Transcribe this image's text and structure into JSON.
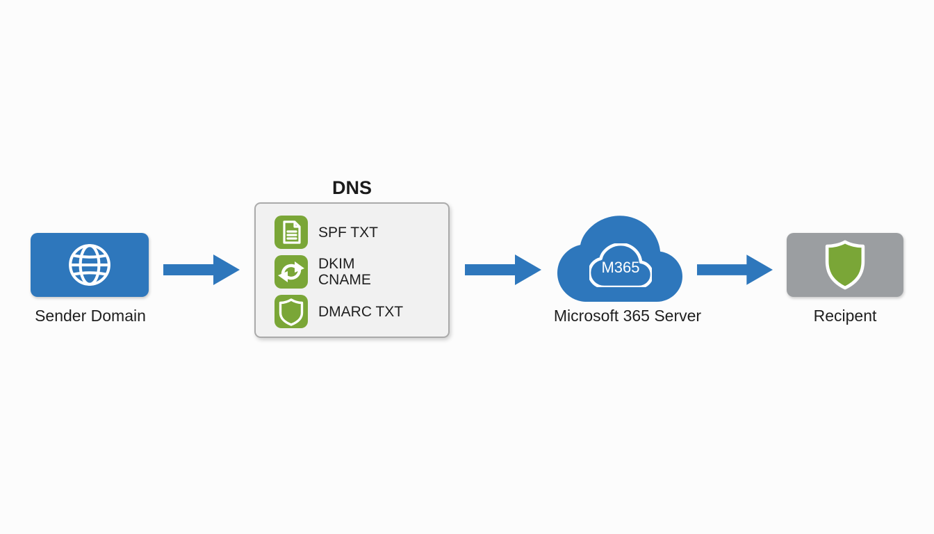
{
  "colors": {
    "background": "#fcfcfc",
    "blue": "#2e77bc",
    "green": "#7aa637",
    "gray": "#9b9ea1",
    "dns-box-fill": "#f1f1f1",
    "dns-box-border": "#aaaaaa",
    "text": "#1f1f1f",
    "white": "#ffffff"
  },
  "nodes": {
    "sender": {
      "label": "Sender Domain",
      "icon": "globe-icon"
    },
    "dns": {
      "title": "DNS",
      "records": [
        {
          "icon": "document-icon",
          "label": "SPF TXT"
        },
        {
          "icon": "sync-icon",
          "label": "DKIM\nCNAME"
        },
        {
          "icon": "shield-icon",
          "label": "DMARC TXT"
        }
      ]
    },
    "server": {
      "label": "Microsoft 365 Server",
      "badge": "M365",
      "icon": "cloud-icon"
    },
    "recipient": {
      "label": "Recipent",
      "icon": "shield-icon"
    }
  }
}
